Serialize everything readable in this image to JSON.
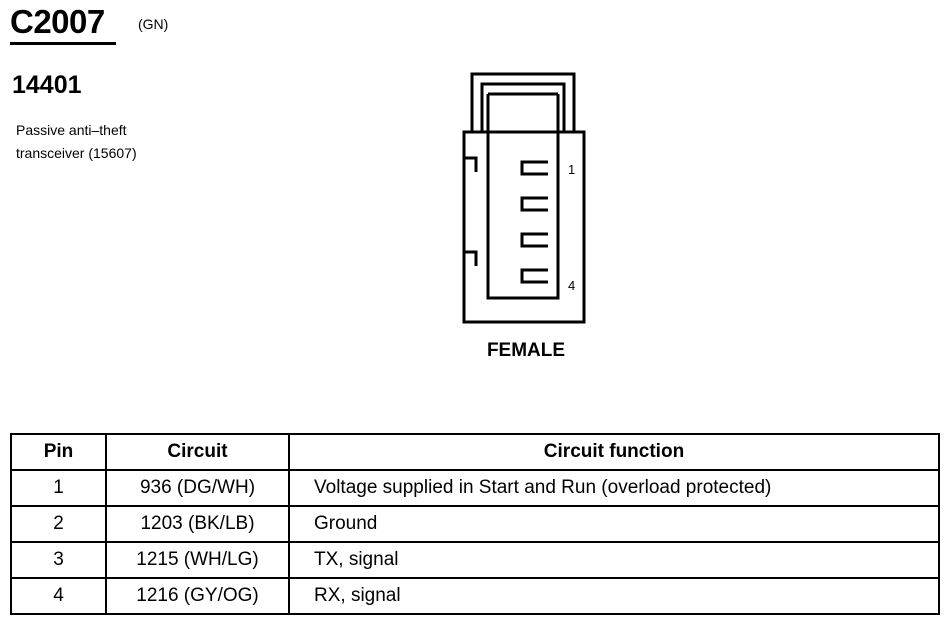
{
  "connector": {
    "id": "C2007",
    "color": "(GN)",
    "part_number": "14401",
    "description_line1": "Passive anti–theft",
    "description_line2": "transceiver (15607)",
    "gender": "FEMALE",
    "pin_label_first": "1",
    "pin_label_last": "4"
  },
  "table": {
    "headers": [
      "Pin",
      "Circuit",
      "Circuit function"
    ],
    "rows": [
      {
        "pin": "1",
        "circuit": "936 (DG/WH)",
        "function": "Voltage supplied in Start and Run (overload protected)"
      },
      {
        "pin": "2",
        "circuit": "1203 (BK/LB)",
        "function": "Ground"
      },
      {
        "pin": "3",
        "circuit": "1215 (WH/LG)",
        "function": "TX, signal"
      },
      {
        "pin": "4",
        "circuit": "1216 (GY/OG)",
        "function": "RX, signal"
      }
    ]
  }
}
